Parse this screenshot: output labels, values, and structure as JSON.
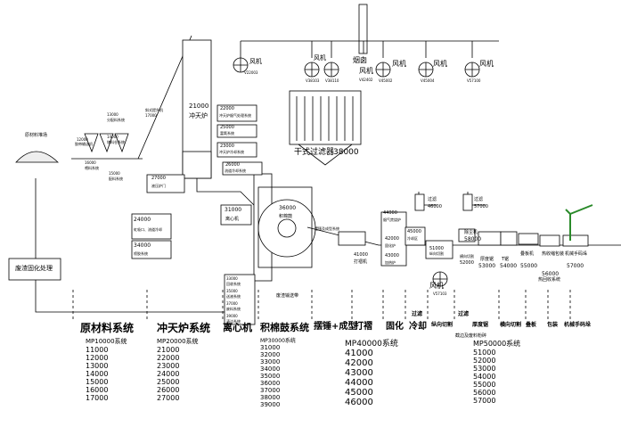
{
  "fans": {
    "label": "风机",
    "codes": [
      "V22003",
      "V38103",
      "V38110",
      "V42402",
      "V45002",
      "V45004",
      "V57100",
      "V57103"
    ]
  },
  "chimney_label": "烟囱",
  "stockyard_label": "原材料堆场",
  "lower_left": {
    "c12000": "12000",
    "c12000_text": "胶带输送机",
    "c13000": "13000",
    "c13000_text": "分配料系统",
    "c14000": "14000",
    "c14000_text": "储料仓系统",
    "c15000": "15000",
    "c15000_text": "配料系统",
    "c16000": "16000",
    "c16000_text": "喂料系统",
    "c17000": "17000",
    "c17000_text": "斜式提升机"
  },
  "cupola": {
    "code": "21000",
    "name": "冲天炉"
  },
  "cupola_boxes": [
    {
      "code": "22000",
      "name": "冲天炉烟气处理系统"
    },
    {
      "code": "25000",
      "name": "富氧系统"
    },
    {
      "code": "23000",
      "name": "冲天炉冷却系统"
    },
    {
      "code": "26000",
      "name": "流道冷却系统"
    },
    {
      "code": "27000",
      "name": "液压炉门"
    }
  ],
  "left_boxes": [
    {
      "code": "24000",
      "name": "虹吸口、流道冷却"
    },
    {
      "code": "34000",
      "name": "喷胶系统"
    }
  ],
  "centrifuge_box": {
    "code": "31000",
    "name": "离心机"
  },
  "collector": {
    "code": "36000",
    "name": "积棉鼓"
  },
  "filter": {
    "code": "38000",
    "name": "干式过滤器"
  },
  "bottom_boxes": [
    {
      "code": "33000",
      "name": "回收系统"
    },
    {
      "code": "35000",
      "name": "送液系统"
    },
    {
      "code": "37000",
      "name": "废料系统"
    },
    {
      "code": "39000",
      "name": "清洁系统"
    }
  ],
  "waste_chute": "废渣输送带",
  "pendulum_label": "摆锤及成型系统",
  "n41000": {
    "code": "41000",
    "name": "打褶机"
  },
  "oven": {
    "c42000": "42000",
    "n42000": "固化炉",
    "c43000": "43000",
    "n43000": "加热炉",
    "c44000": "44000",
    "n44000": "烟气焚烧炉"
  },
  "cooling": {
    "code": "45000",
    "name": "冷却区"
  },
  "filters": [
    {
      "name": "过滤",
      "code": "46000"
    },
    {
      "name": "过滤",
      "code": "57000"
    }
  ],
  "cutting": [
    {
      "code": "51000",
      "name": "纵向切割"
    },
    {
      "code": "52000",
      "name": "横向切割"
    },
    {
      "code": "53000",
      "name": "厚度锯"
    },
    {
      "code": "54000",
      "name": "T锯"
    },
    {
      "code": "55000",
      "name": "叠板机"
    },
    {
      "code": "56000",
      "name": "热收缩包装"
    },
    {
      "code": "57000",
      "name": "机械手码垛"
    },
    {
      "code": "58000",
      "name": "除尘机"
    }
  ],
  "waste_solid": "废渣固化处理",
  "systems_row": [
    "原材料系统",
    "冲天炉系统",
    "离心机",
    "积棉鼓系统",
    "摆锤+成型",
    "打褶",
    "固化",
    "冷却",
    "过滤",
    "纵向切割",
    "过滤",
    "厚度锯",
    "横向切割",
    "叠板",
    "包装",
    "机械手码垛"
  ],
  "mp_groups": [
    {
      "title": "MP10000系统",
      "items": [
        "11000",
        "12000",
        "13000",
        "14000",
        "15000",
        "16000",
        "17000"
      ]
    },
    {
      "title": "MP20000系统",
      "items": [
        "21000",
        "22000",
        "23000",
        "24000",
        "25000",
        "26000",
        "27000"
      ]
    },
    {
      "title": "MP30000系统",
      "items": [
        "31000",
        "32000",
        "33000",
        "34000",
        "35000",
        "36000",
        "37000",
        "38000",
        "39000"
      ]
    },
    {
      "title": "MP40000系统",
      "items": [
        "41000",
        "42000",
        "43000",
        "44000",
        "45000",
        "46000"
      ]
    },
    {
      "title": "MP50000系统",
      "items": [
        "51000",
        "52000",
        "53000",
        "54000",
        "55000",
        "56000",
        "57000"
      ]
    }
  ],
  "extra_labels": {
    "cut_waste": "截边及废料粉碎",
    "heat_rec": "热回收系统",
    "fan_bottom": "风机"
  }
}
